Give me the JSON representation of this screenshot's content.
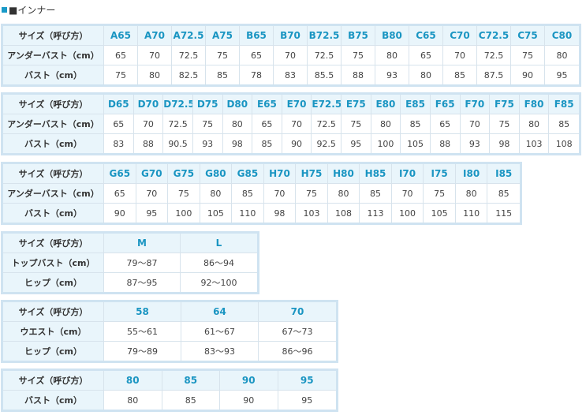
{
  "page_title": "■インナー",
  "colors": {
    "size_label": "#1a95c2",
    "header_bg": "#e9f5fb",
    "border": "#cfe3f1"
  },
  "tables": [
    {
      "row_labels": [
        "サイズ（呼び方）",
        "アンダーバスト（cm）",
        "バスト（cm）"
      ],
      "rows": [
        [
          "A65",
          "A70",
          "A72.5",
          "A75",
          "B65",
          "B70",
          "B72.5",
          "B75",
          "B80",
          "C65",
          "C70",
          "C72.5",
          "C75",
          "C80"
        ],
        [
          "65",
          "70",
          "72.5",
          "75",
          "65",
          "70",
          "72.5",
          "75",
          "80",
          "65",
          "70",
          "72.5",
          "75",
          "80"
        ],
        [
          "75",
          "80",
          "82.5",
          "85",
          "78",
          "83",
          "85.5",
          "88",
          "93",
          "80",
          "85",
          "87.5",
          "90",
          "95"
        ]
      ]
    },
    {
      "row_labels": [
        "サイズ（呼び方）",
        "アンダーバスト（cm）",
        "バスト（cm）"
      ],
      "rows": [
        [
          "D65",
          "D70",
          "D72.5",
          "D75",
          "D80",
          "E65",
          "E70",
          "E72.5",
          "E75",
          "E80",
          "E85",
          "F65",
          "F70",
          "F75",
          "F80",
          "F85"
        ],
        [
          "65",
          "70",
          "72.5",
          "75",
          "80",
          "65",
          "70",
          "72.5",
          "75",
          "80",
          "85",
          "65",
          "70",
          "75",
          "80",
          "85"
        ],
        [
          "83",
          "88",
          "90.5",
          "93",
          "98",
          "85",
          "90",
          "92.5",
          "95",
          "100",
          "105",
          "88",
          "93",
          "98",
          "103",
          "108"
        ]
      ]
    },
    {
      "row_labels": [
        "サイズ（呼び方）",
        "アンダーバスト（cm）",
        "バスト（cm）"
      ],
      "rows": [
        [
          "G65",
          "G70",
          "G75",
          "G80",
          "G85",
          "H70",
          "H75",
          "H80",
          "H85",
          "I70",
          "I75",
          "I80",
          "I85"
        ],
        [
          "65",
          "70",
          "75",
          "80",
          "85",
          "70",
          "75",
          "80",
          "85",
          "70",
          "75",
          "80",
          "85"
        ],
        [
          "90",
          "95",
          "100",
          "105",
          "110",
          "98",
          "103",
          "108",
          "113",
          "100",
          "105",
          "110",
          "115"
        ]
      ]
    },
    {
      "row_labels": [
        "サイズ（呼び方）",
        "トップバスト（cm）",
        "ヒップ（cm）"
      ],
      "rows": [
        [
          "M",
          "L"
        ],
        [
          "79～87",
          "86～94"
        ],
        [
          "87～95",
          "92～100"
        ]
      ]
    },
    {
      "row_labels": [
        "サイズ（呼び方）",
        "ウエスト（cm）",
        "ヒップ（cm）"
      ],
      "rows": [
        [
          "58",
          "64",
          "70"
        ],
        [
          "55～61",
          "61～67",
          "67～73"
        ],
        [
          "79～89",
          "83～93",
          "86～96"
        ]
      ]
    },
    {
      "row_labels": [
        "サイズ（呼び方）",
        "バスト（cm）"
      ],
      "rows": [
        [
          "80",
          "85",
          "90",
          "95"
        ],
        [
          "80",
          "85",
          "90",
          "95"
        ]
      ]
    }
  ]
}
